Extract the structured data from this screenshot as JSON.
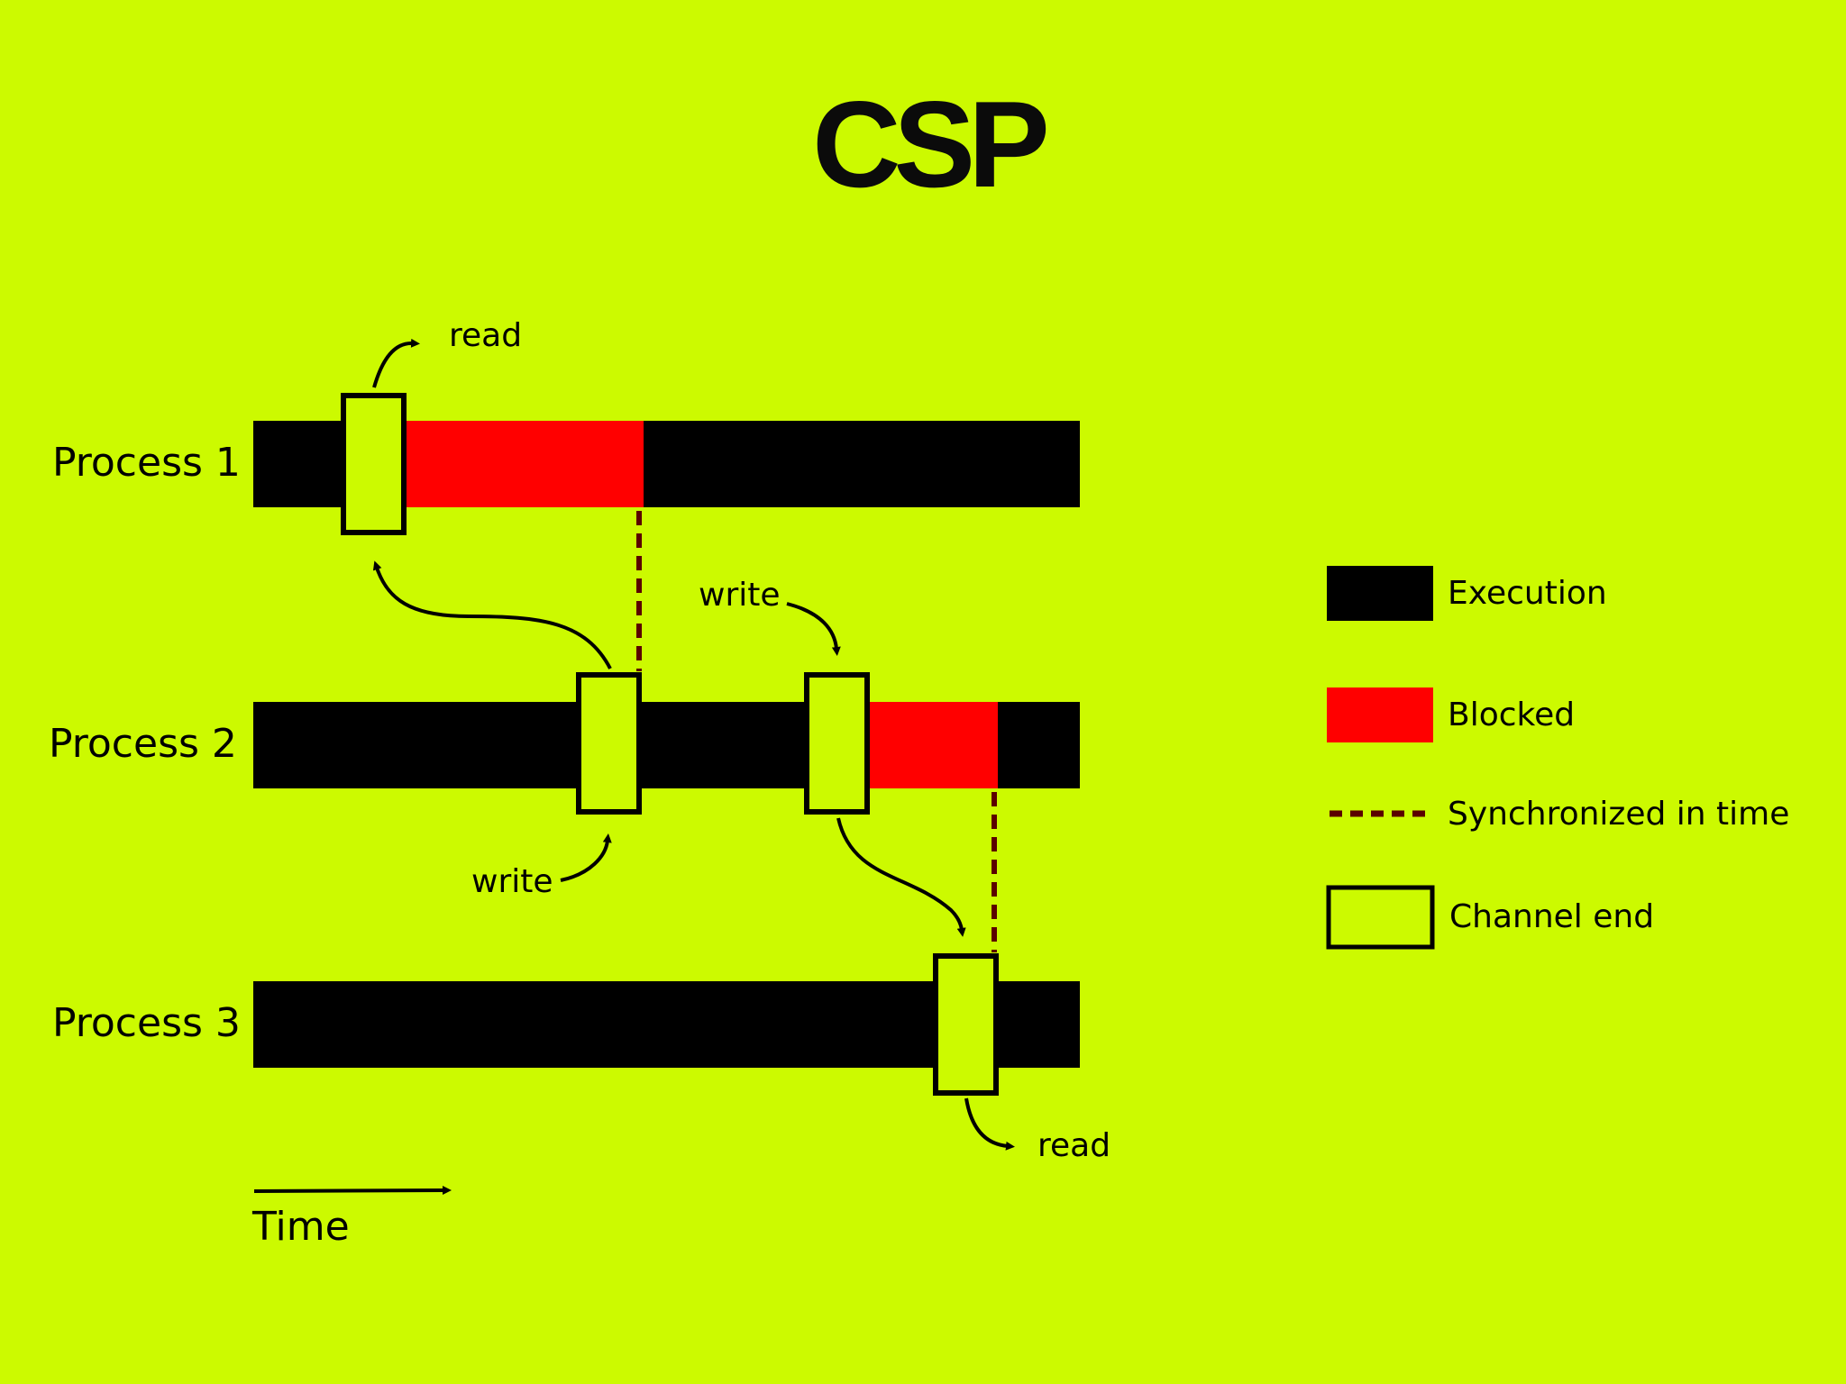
{
  "title": "CSP",
  "processes": [
    {
      "label": "Process 1"
    },
    {
      "label": "Process 2"
    },
    {
      "label": "Process 3"
    }
  ],
  "annotations": {
    "p1_read": "read",
    "p2_write_left": "write",
    "p2_write_right": "write",
    "p3_read": "read"
  },
  "time_label": "Time",
  "legend": {
    "execution": "Execution",
    "blocked": "Blocked",
    "synchronized": "Synchronized in time",
    "channel_end": "Channel end"
  },
  "colors": {
    "background": "#ccfa00",
    "execution": "#000000",
    "blocked": "#ff0000",
    "sync_line": "#5a0000",
    "channel_end_fill": "#ccfa00"
  }
}
